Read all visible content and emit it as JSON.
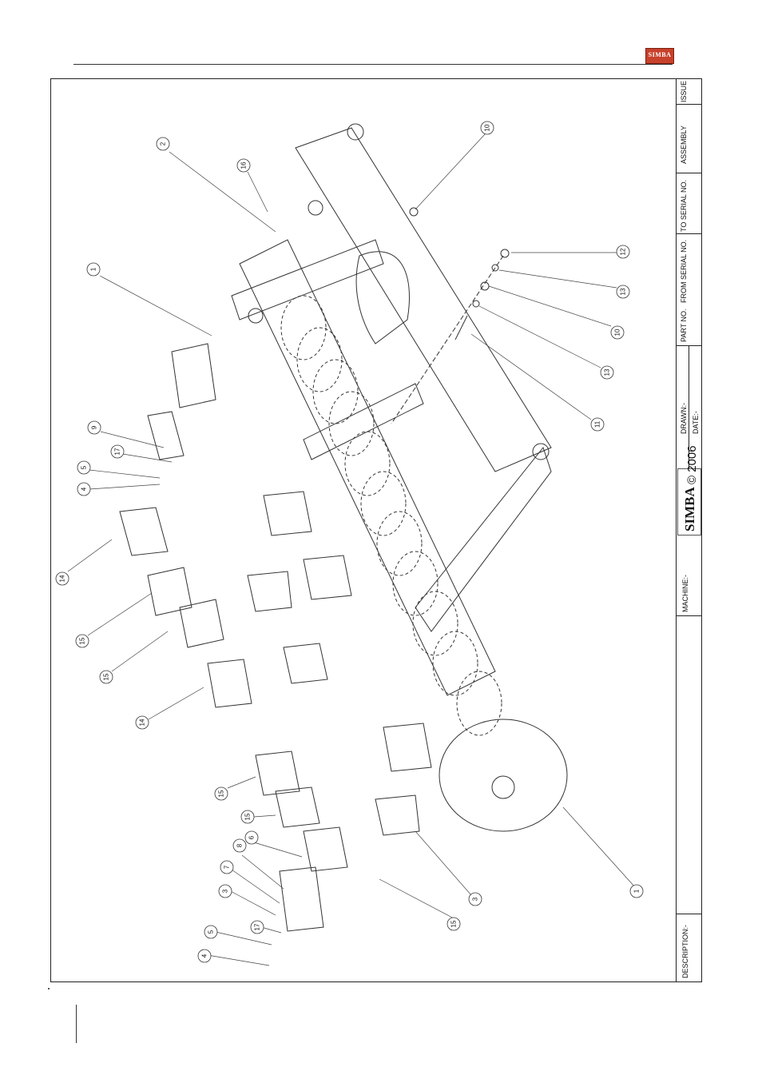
{
  "header": {
    "brand_logo_text": "SIMBA"
  },
  "callouts": [
    {
      "label": "2"
    },
    {
      "label": "16"
    },
    {
      "label": "10"
    },
    {
      "label": "1"
    },
    {
      "label": "12"
    },
    {
      "label": "13"
    },
    {
      "label": "10"
    },
    {
      "label": "13"
    },
    {
      "label": "11"
    },
    {
      "label": "9"
    },
    {
      "label": "17"
    },
    {
      "label": "5"
    },
    {
      "label": "4"
    },
    {
      "label": "14"
    },
    {
      "label": "15"
    },
    {
      "label": "15"
    },
    {
      "label": "14"
    },
    {
      "label": "15"
    },
    {
      "label": "15"
    },
    {
      "label": "6"
    },
    {
      "label": "8"
    },
    {
      "label": "7"
    },
    {
      "label": "3"
    },
    {
      "label": "17"
    },
    {
      "label": "5"
    },
    {
      "label": "4"
    },
    {
      "label": "3"
    },
    {
      "label": "15"
    },
    {
      "label": "1"
    }
  ],
  "title_block": {
    "description_label": "DESCRIPTION:-",
    "machine_label": "MACHINE:-",
    "brand": "SIMBA",
    "copyright": "© 2006",
    "drawn_label": "DRAWN:-",
    "date_label": "DATE:-",
    "part_no_label": "PART NO.",
    "from_serial_label": "FROM SERIAL NO.",
    "to_serial_label": "TO SERIAL NO.",
    "assembly_label": "ASSEMBLY",
    "issue_label": "ISSUE"
  }
}
